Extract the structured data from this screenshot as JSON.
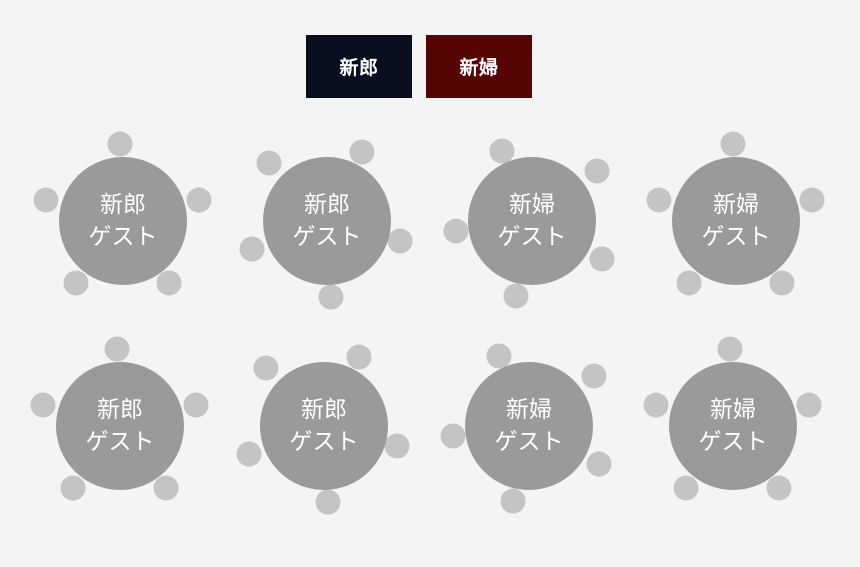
{
  "legend": {
    "groom": {
      "label": "新郎",
      "color": "#0a0f1f"
    },
    "bride": {
      "label": "新婦",
      "color": "#560404"
    }
  },
  "colors": {
    "table": "#9a9a9a",
    "seat": "#c4c4c4",
    "text": "#ffffff"
  },
  "tables": [
    {
      "side": "新郎",
      "label": "ゲスト",
      "seats": 5
    },
    {
      "side": "新郎",
      "label": "ゲスト",
      "seats": 5
    },
    {
      "side": "新婦",
      "label": "ゲスト",
      "seats": 5
    },
    {
      "side": "新婦",
      "label": "ゲスト",
      "seats": 5
    },
    {
      "side": "新郎",
      "label": "ゲスト",
      "seats": 5
    },
    {
      "side": "新郎",
      "label": "ゲスト",
      "seats": 5
    },
    {
      "side": "新婦",
      "label": "ゲスト",
      "seats": 5
    },
    {
      "side": "新婦",
      "label": "ゲスト",
      "seats": 5
    }
  ]
}
